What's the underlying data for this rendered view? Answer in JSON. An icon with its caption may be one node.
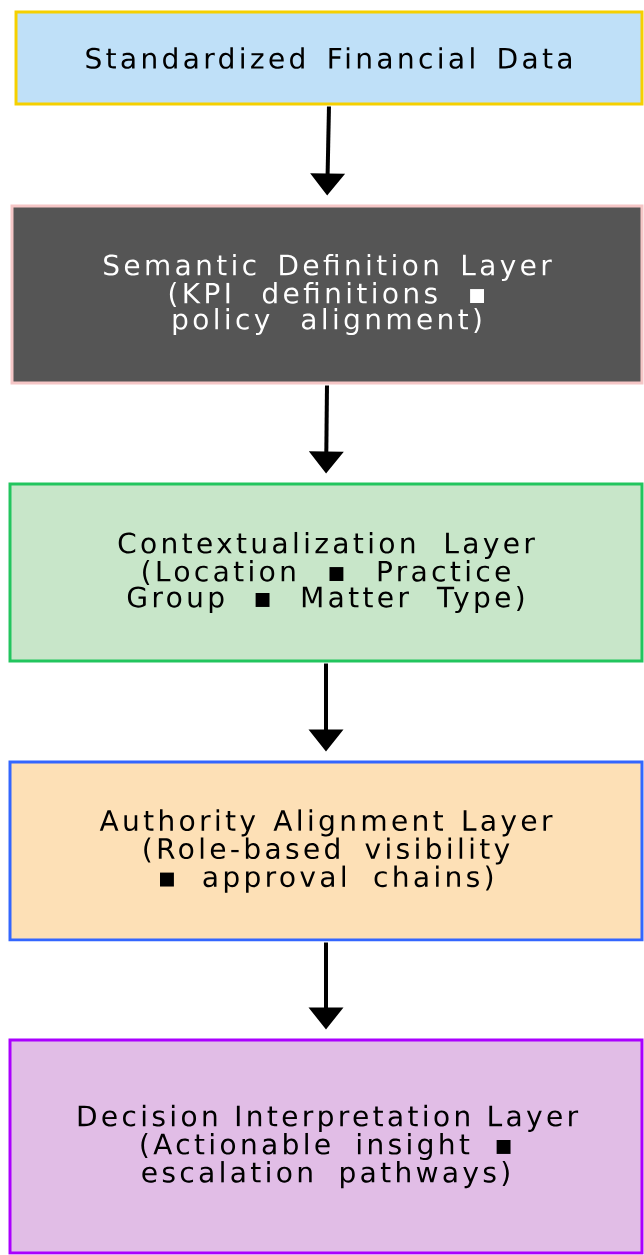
{
  "diagram": {
    "nodes": [
      {
        "text": [
          "Standardized Financial Data"
        ]
      },
      {
        "text": [
          "Semantic Definition Layer",
          "(KPI definitions ▪ policy alignment)"
        ]
      },
      {
        "text": [
          "Contextualization Layer",
          "(Location ▪ Practice Group ▪ Matter Type)"
        ]
      },
      {
        "text": [
          "Authority Alignment Layer",
          "(Role-based visibility ▪ approval chains)"
        ]
      },
      {
        "text": [
          "Decision Interpretation Layer",
          "(Actionable insight ▪ escalation pathways)"
        ]
      }
    ],
    "edges": [
      {
        "from": 0,
        "to": 1,
        "arrow": "to"
      },
      {
        "from": 1,
        "to": 2,
        "arrow": "to"
      },
      {
        "from": 2,
        "to": 3,
        "arrow": "to"
      },
      {
        "from": 3,
        "to": 4,
        "arrow": "to"
      }
    ]
  }
}
